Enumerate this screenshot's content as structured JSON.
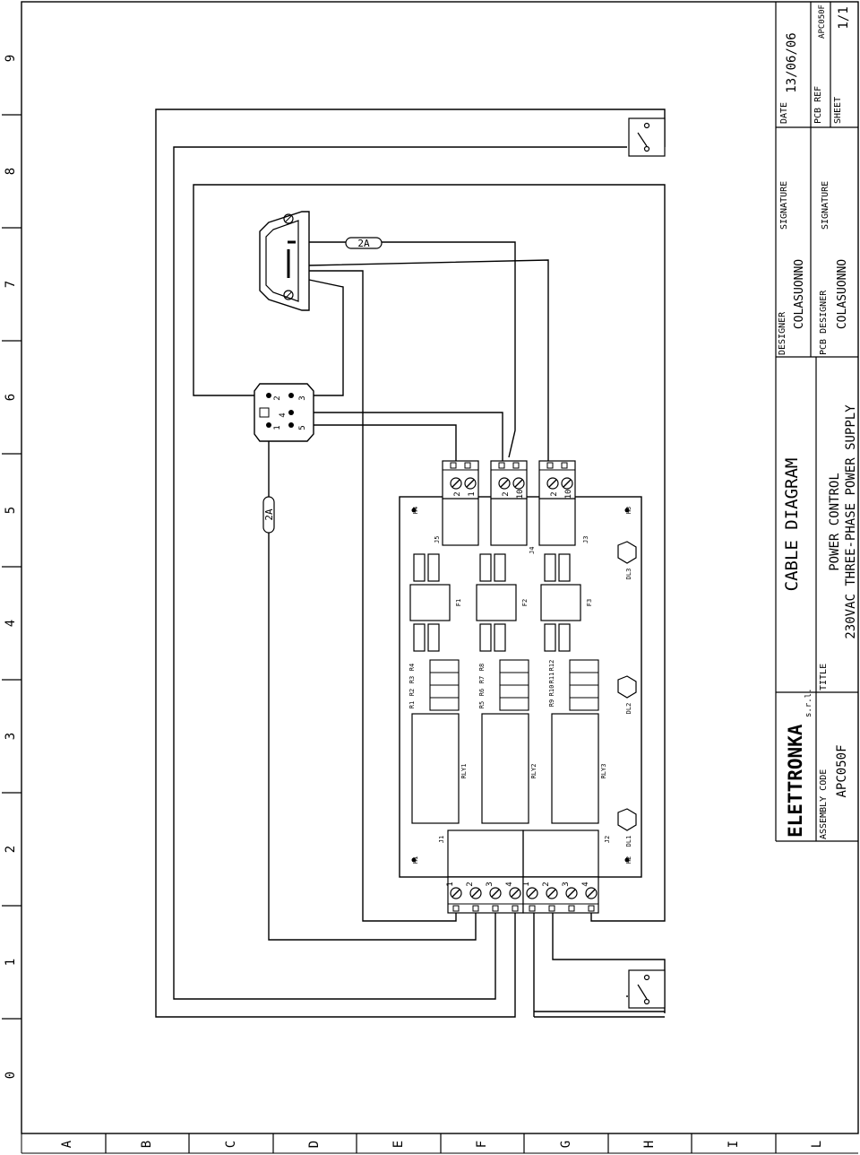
{
  "border": {
    "side_numbers": [
      "9",
      "8",
      "7",
      "6",
      "5",
      "4",
      "3",
      "2",
      "1",
      "0"
    ],
    "bottom_letters": [
      "A",
      "B",
      "C",
      "D",
      "E",
      "F",
      "G",
      "H",
      "I",
      "L"
    ]
  },
  "title_block": {
    "date_label": "DATE",
    "date_value": "13/06/06",
    "pcb_ref_label": "PCB REF",
    "pcb_ref_value": "APC050F",
    "sheet_label": "SHEET",
    "sheet_value": "1/1",
    "signature_label_1": "SIGNATURE",
    "signature_label_2": "SIGNATURE",
    "designer_label": "DESIGNER",
    "designer_value": "COLASUONNO",
    "pcb_designer_label": "PCB DESIGNER",
    "pcb_designer_value": "COLASUONNO",
    "diagram_title": "CABLE DIAGRAM",
    "title_label": "TITLE",
    "title_line_1": "POWER CONTROL",
    "title_line_2": "230VAC THREE-PHASE POWER SUPPLY",
    "company_logo_text": "ELETTRONKA",
    "company_suffix": "s.r.l.",
    "assembly_code_label": "ASSEMBLY CODE",
    "assembly_code_value": "APC050F"
  },
  "diagram": {
    "fuse_label_top": "2A",
    "fuse_label_left": "2A",
    "switch_pins": [
      "2",
      "4",
      "1",
      "3",
      "5"
    ],
    "connectors": {
      "J5": "J5",
      "J4": "J4",
      "J3": "J3",
      "J1": "J1",
      "J2": "J2",
      "two_pin": [
        "2",
        "1"
      ],
      "two_pin_ten": [
        "2",
        "10"
      ],
      "four_pin": [
        "1",
        "2",
        "3",
        "4"
      ]
    },
    "board": {
      "fuses": [
        "F1",
        "F2",
        "F3"
      ],
      "relays": [
        "RLY1",
        "RLY2",
        "RLY3"
      ],
      "leds": [
        "DL3",
        "DL2",
        "DL1"
      ],
      "mount_holes": [
        "H4",
        "H3",
        "H1",
        "H2"
      ],
      "resistor_groups": [
        [
          "R1",
          "R2",
          "R3",
          "R4"
        ],
        [
          "R5",
          "R6",
          "R7",
          "R8"
        ],
        [
          "R9",
          "R10",
          "R11",
          "R12"
        ]
      ]
    }
  }
}
